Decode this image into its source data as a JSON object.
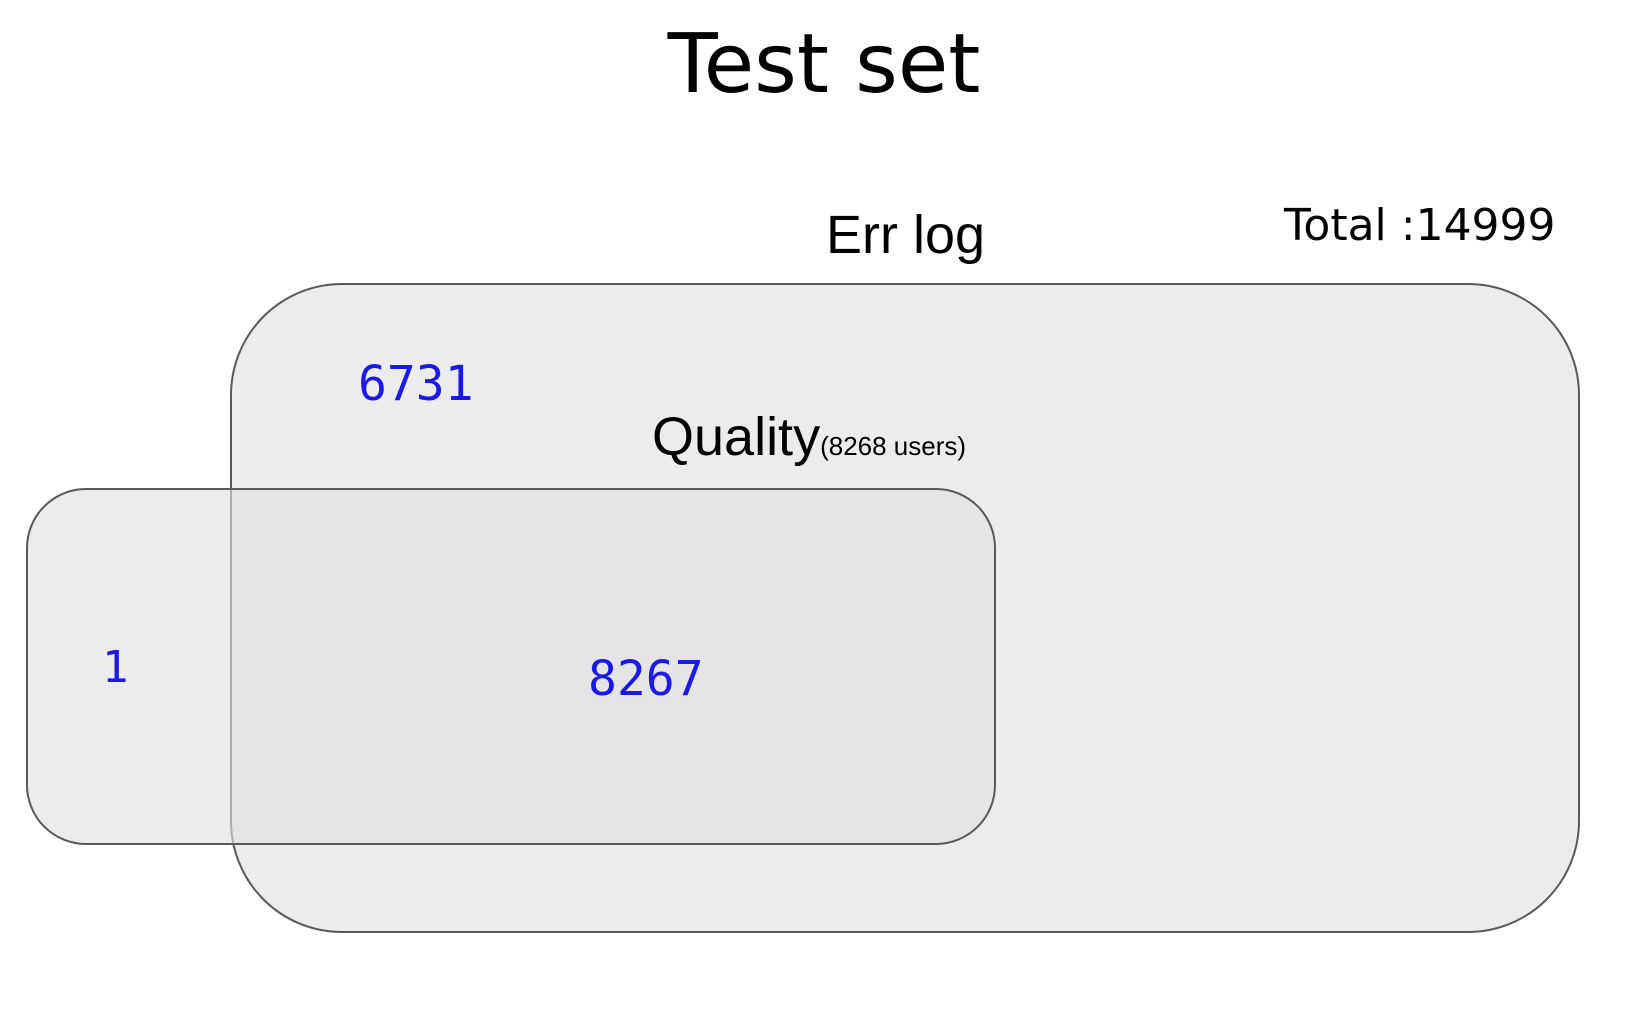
{
  "title": "Test set",
  "total": "Total :14999",
  "sets": {
    "err_log": {
      "label": "Err log"
    },
    "quality": {
      "label": "Quality",
      "sublabel": "(8268 users)"
    }
  },
  "counts": {
    "err_log_only": "6731",
    "quality_only": "1",
    "both": "8267"
  },
  "colors": {
    "count_text": "#1a1ae6",
    "region_fill": "#ececec",
    "region_border": "#595959"
  }
}
